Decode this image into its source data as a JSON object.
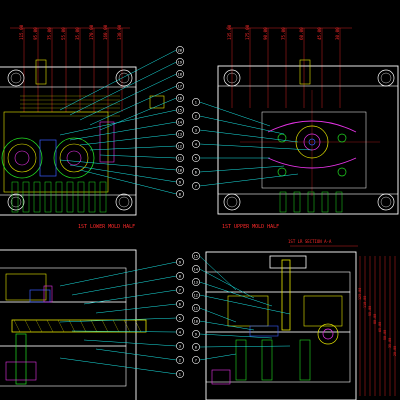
{
  "drawing": {
    "background": "#000000",
    "colors": {
      "outline": "#ffffff",
      "dimension": "#ff2a2a",
      "leader": "#19e6e6",
      "part_yellow": "#e6e600",
      "part_green": "#22dd22",
      "part_magenta": "#e633e6",
      "part_blue": "#3a5cff",
      "label": "#ff2a2a"
    },
    "views": {
      "lower": {
        "caption": "1ST LOWER MOLD HALF"
      },
      "upper": {
        "caption": "1ST UPPER MOLD HALF"
      },
      "section": {
        "caption": "1ST LR SECTION A-A"
      }
    },
    "lower_callouts": [
      "20",
      "19",
      "18",
      "17",
      "16",
      "15",
      "14",
      "13",
      "12",
      "11",
      "10",
      "9",
      "8"
    ],
    "upper_callouts": [
      "1",
      "2",
      "3",
      "4",
      "5",
      "6",
      "7"
    ],
    "section_left_callouts": [
      "9",
      "8",
      "7",
      "6",
      "5",
      "4",
      "3",
      "2",
      "1"
    ],
    "section_right_callouts": [
      "15",
      "14",
      "13",
      "12",
      "11",
      "10",
      "9",
      "8",
      "7"
    ],
    "top_dims_left": [
      "115.00",
      "95.00",
      "75.00",
      "55.00",
      "35.00",
      "170.00",
      "160.00",
      "130.00"
    ],
    "top_dims_right": [
      "135.00",
      "175.00",
      "90.00",
      "75.00",
      "60.00",
      "45.00",
      "30.00"
    ],
    "right_dims": [
      "125.00",
      "110.00",
      "95.00",
      "80.00",
      "65.00",
      "50.00",
      "35.00",
      "20.00"
    ]
  }
}
